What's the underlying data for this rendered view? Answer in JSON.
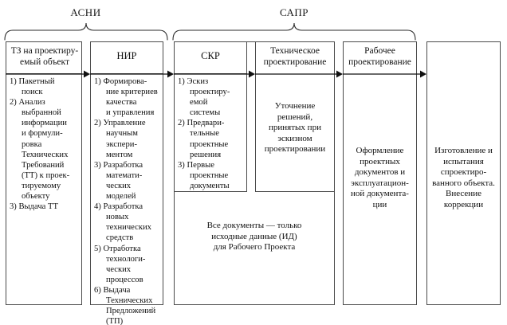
{
  "diagram": {
    "title_groups": [
      {
        "label": "АСНИ"
      },
      {
        "label": "САПР"
      }
    ],
    "stages": [
      {
        "id": "tz",
        "header": "ТЗ на проектиру-\nемый объект",
        "items": [
          "1) Пакетный\nпоиск",
          "2) Анализ\nвыбранной\nинформации\nи формули-\nровка\nТехнических\nТребований\n(ТТ) к проек-\nтируемому\nобъекту",
          "3) Выдача ТТ"
        ]
      },
      {
        "id": "nir",
        "header": "НИР",
        "items": [
          "1) Формирова-\nние критериев\nкачества\nи управления",
          "2) Управление\nнаучным\nэкспери-\nментом",
          "3) Разработка\nматемати-\nческих\nмоделей",
          "4) Разработка\nновых\nтехнических\nсредств",
          "5) Отработка\nтехнологи-\nческих\nпроцессов",
          "6) Выдача\nТехнических\nПредложений\n(ТП)"
        ]
      },
      {
        "id": "skr",
        "header": "СКР",
        "items": [
          "1) Эскиз\nпроектиру-\nемой\nсистемы",
          "2) Предвари-\nтельные\nпроектные\nрешения",
          "3) Первые\nпроектные\nдокументы"
        ]
      },
      {
        "id": "tech",
        "header": "Техническое\nпроектирование",
        "body": "Уточнение\nрешений,\nпринятых\nпри эскизном\nпроектировании"
      },
      {
        "id": "rab",
        "header": "Рабочее\nпроектирование",
        "body": "Оформление\nпроектных\nдокументов и\nэксплуатацион-\nной документа-\nции"
      },
      {
        "id": "izgot",
        "header": "",
        "body": "Изготовление\nи испытания\nспроектиро-\nванного\nобъекта.\nВнесение\nкоррекции"
      }
    ],
    "note": "Все документы — только\nисходные данные (ИД)\nдля Рабочего Проекта",
    "colors": {
      "line": "#4a4a4a",
      "text": "#111111",
      "background": "#ffffff"
    }
  }
}
